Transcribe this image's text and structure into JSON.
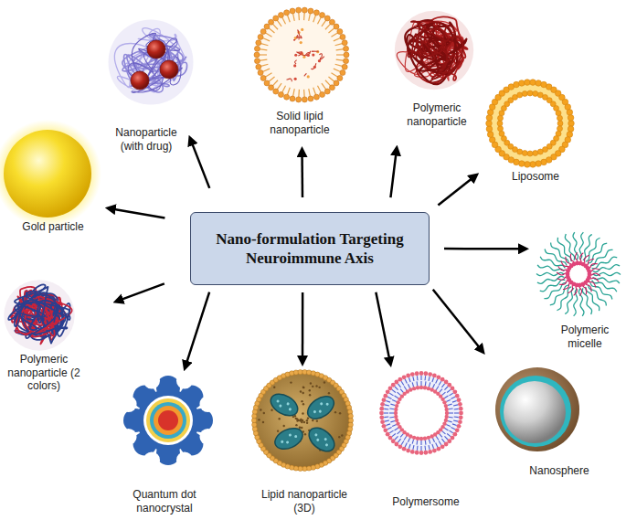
{
  "diagram": {
    "nodes": [
      {
        "text": [
          "Nano-formulation Targeting Neuroimmune Axis"
        ]
      },
      {
        "text": [
          "Nanoparticle (with drug)"
        ]
      },
      {
        "text": [
          "Solid lipid nanoparticle"
        ]
      },
      {
        "text": [
          "Polymeric nanoparticle"
        ]
      },
      {
        "text": [
          "Liposome"
        ]
      },
      {
        "text": [
          "Polymeric micelle"
        ]
      },
      {
        "text": [
          "Nanosphere"
        ]
      },
      {
        "text": [
          "Polymersome"
        ]
      },
      {
        "text": [
          "Lipid nanoparticle (3D)"
        ]
      },
      {
        "text": [
          "Quantum dot nanocrystal"
        ]
      },
      {
        "text": [
          "Polymeric nanoparticle (2 colors)"
        ]
      },
      {
        "text": [
          "Gold particle"
        ]
      }
    ],
    "edges": [
      {
        "from": 0,
        "to": 1,
        "arrow": "to"
      },
      {
        "from": 0,
        "to": 2,
        "arrow": "to"
      },
      {
        "from": 0,
        "to": 3,
        "arrow": "to"
      },
      {
        "from": 0,
        "to": 4,
        "arrow": "to"
      },
      {
        "from": 0,
        "to": 5,
        "arrow": "to"
      },
      {
        "from": 0,
        "to": 6,
        "arrow": "to"
      },
      {
        "from": 0,
        "to": 7,
        "arrow": "to"
      },
      {
        "from": 0,
        "to": 8,
        "arrow": "to"
      },
      {
        "from": 0,
        "to": 9,
        "arrow": "to"
      },
      {
        "from": 0,
        "to": 10,
        "arrow": "to"
      },
      {
        "from": 0,
        "to": 11,
        "arrow": "to"
      }
    ]
  }
}
